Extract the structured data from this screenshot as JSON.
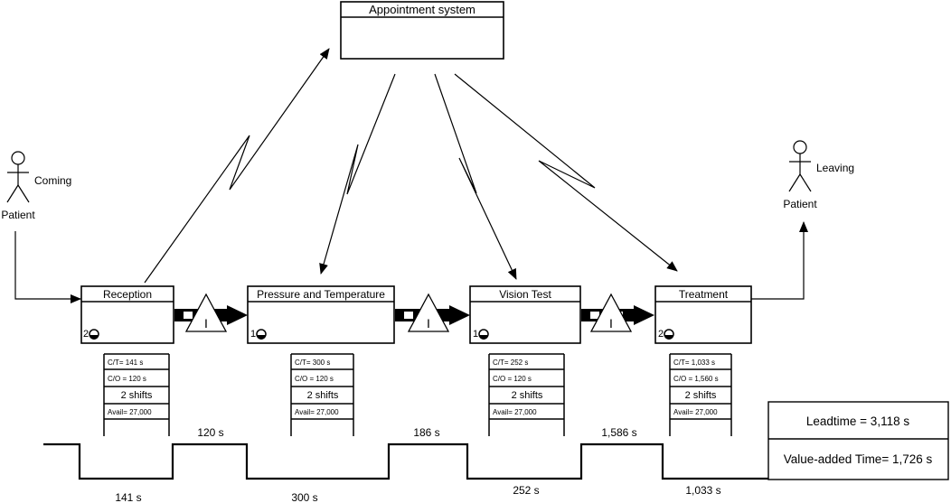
{
  "appointment_system": {
    "label": "Appointment system"
  },
  "patients": {
    "coming": {
      "role": "Patient",
      "label": "Coming"
    },
    "leaving": {
      "role": "Patient",
      "label": "Leaving"
    }
  },
  "processes": [
    {
      "name": "Reception",
      "operators": "2",
      "ct": "C/T= 141 s",
      "co": "C/O = 120 s",
      "shifts": "2 shifts",
      "avail": "Avail= 27,000"
    },
    {
      "name": "Pressure and Temperature",
      "operators": "1",
      "ct": "C/T= 300 s",
      "co": "C/O = 120 s",
      "shifts": "2 shifts",
      "avail": "Avail= 27,000"
    },
    {
      "name": "Vision Test",
      "operators": "1",
      "ct": "C/T= 252 s",
      "co": "C/O = 120 s",
      "shifts": "2 shifts",
      "avail": "Avail= 27,000"
    },
    {
      "name": "Treatment",
      "operators": "2",
      "ct": "C/T= 1,033 s",
      "co": "C/O = 1,560 s",
      "shifts": "2 shifts",
      "avail": "Avail= 27,000"
    }
  ],
  "inventory_symbol": "I",
  "timeline": {
    "waiting": [
      "120 s",
      "186 s",
      "1,586 s"
    ],
    "processing": [
      "141 s",
      "300 s",
      "252 s",
      "1,033 s"
    ]
  },
  "summary": {
    "leadtime": "Leadtime = 3,118 s",
    "value_added": "Value-added Time= 1,726 s"
  }
}
